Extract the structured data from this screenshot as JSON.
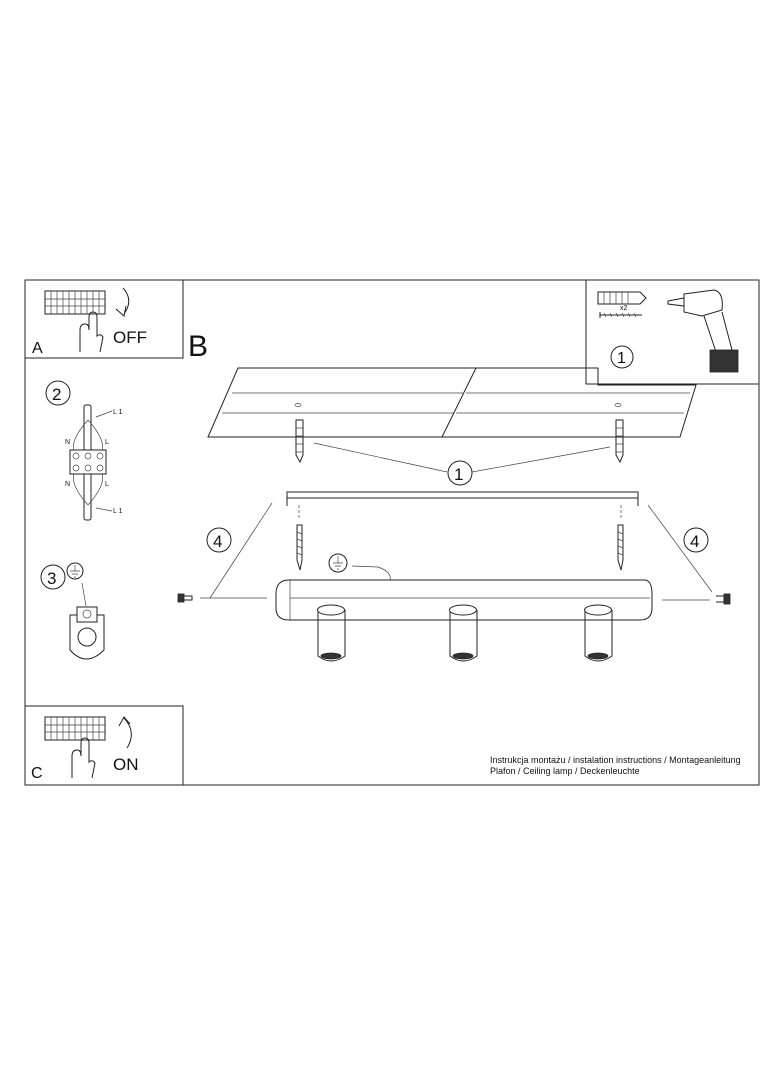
{
  "panels": {
    "a": {
      "letter": "A",
      "label": "OFF"
    },
    "b": {
      "letter": "B"
    },
    "c": {
      "letter": "C",
      "label": "ON"
    }
  },
  "steps": {
    "step1": "1",
    "step2": "2",
    "step3": "3",
    "step4": "4"
  },
  "wiring": {
    "n": "N",
    "l": "L",
    "l1": "L 1"
  },
  "kit": {
    "quantity": "x2"
  },
  "caption": {
    "line1": "Instrukcja montażu / instalation instructions / Montageanleitung",
    "line2": "Plafon / Ceiling lamp / Deckenleuchte"
  }
}
